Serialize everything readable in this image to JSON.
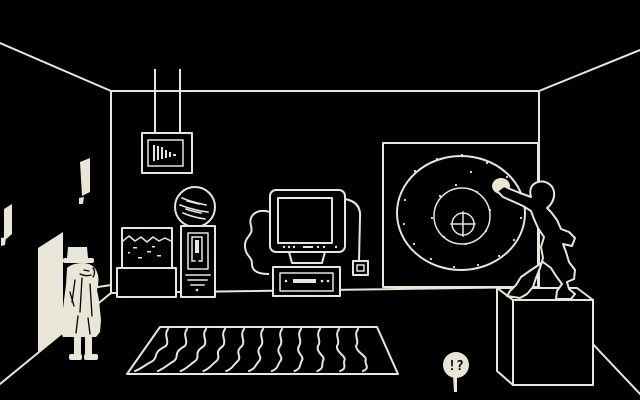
{
  "scene": {
    "colors": {
      "background": "#000000",
      "foreground": "#E9E6D8"
    },
    "balloon": {
      "text": "!?"
    },
    "objects": [
      "doorway-light",
      "wall-window-light",
      "ceiling-speaker",
      "striped-sign",
      "aquarium-on-stand",
      "display-cabinet",
      "computer-terminal",
      "power-outlet",
      "wall-dial-panel",
      "statue-on-pedestal",
      "zigzag-rug",
      "detective-figure",
      "speech-balloon"
    ]
  }
}
